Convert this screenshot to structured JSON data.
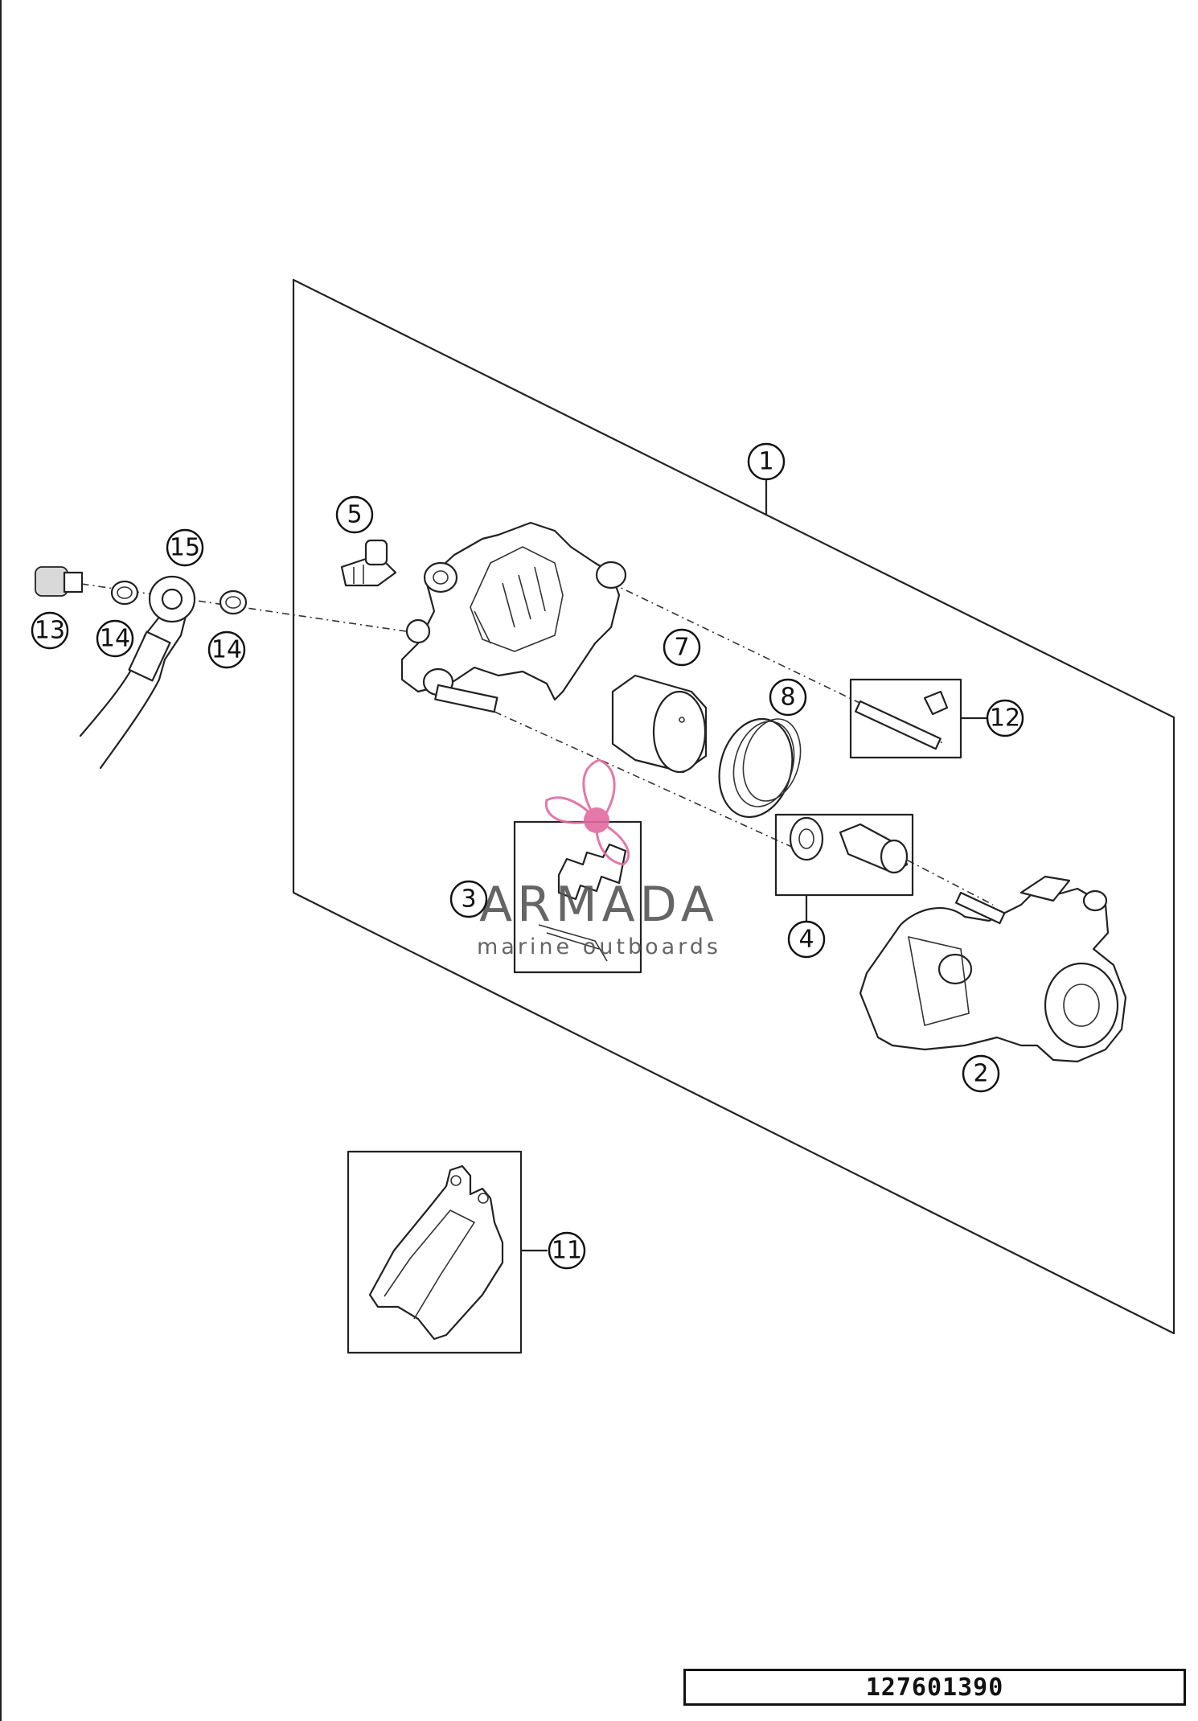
{
  "diagram": {
    "callouts": [
      "1",
      "2",
      "3",
      "4",
      "5",
      "7",
      "8",
      "11",
      "12",
      "13",
      "14",
      "14",
      "15"
    ],
    "watermark": {
      "brand": "ARMADA",
      "tagline": "marine outboards",
      "accent_color": "#e06aa0"
    },
    "part_number": "127601390"
  }
}
